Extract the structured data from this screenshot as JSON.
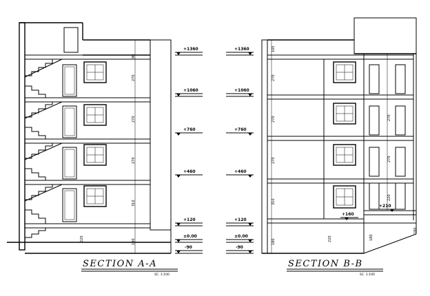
{
  "section_a": {
    "title": "SECTION   A-A",
    "scale": "SC. 1:100",
    "levels": [
      "+1360",
      "+1060",
      "+760",
      "+460",
      "+120",
      "±0.00",
      "-90"
    ],
    "dims": [
      "90",
      "270",
      "270",
      "270",
      "310",
      "180",
      "220"
    ]
  },
  "section_b": {
    "title": "SECTION   B-B",
    "scale": "SC. 1:100",
    "levels": [
      "+1360",
      "+1060",
      "+760",
      "+460",
      "+120",
      "±0.00",
      "-90"
    ],
    "extra_levels": [
      "+160",
      "+210"
    ],
    "dims": [
      "105",
      "270",
      "270",
      "270",
      "310",
      "180",
      "220",
      "270",
      "270",
      "220",
      "180",
      "180"
    ]
  },
  "colors": {
    "line": "#000000",
    "background": "#ffffff"
  }
}
